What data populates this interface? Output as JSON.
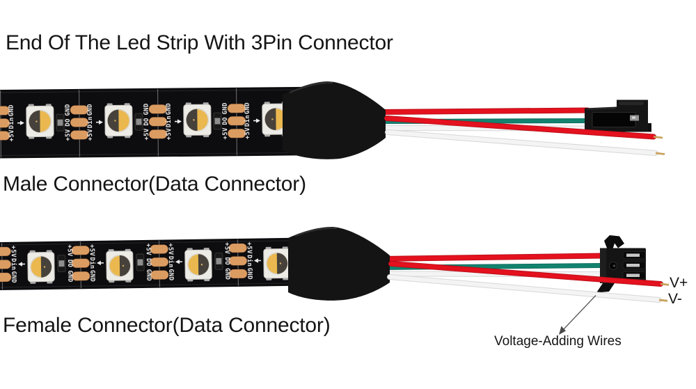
{
  "labels": {
    "title": "End Of The Led Strip With 3Pin Connector",
    "male_connector": "Male Connector(Data Connector)",
    "female_connector": "Female Connector(Data Connector)",
    "voltage_note": "Voltage-Adding Wires",
    "v_plus": "V+",
    "v_minus": "V-"
  },
  "strip": {
    "leds_per_strip": 4,
    "pad_labels": {
      "power": "+5V",
      "data_in": "Din",
      "data_out": "DO",
      "ground": "GND"
    }
  },
  "colors": {
    "page_bg": "#ffffff",
    "text_black": "#141414",
    "wire_red": "#e4111e",
    "wire_green": "#12836f",
    "wire_white": "#f4f4f4",
    "pcb_black": "#0d0d10",
    "copper_pad": "#db9c62",
    "phosphor_yellow": "#eab84f",
    "tinned_tip_gold": "#c9a25d",
    "connector_black": "#141414",
    "annotation_gray": "#5a5a5a"
  }
}
